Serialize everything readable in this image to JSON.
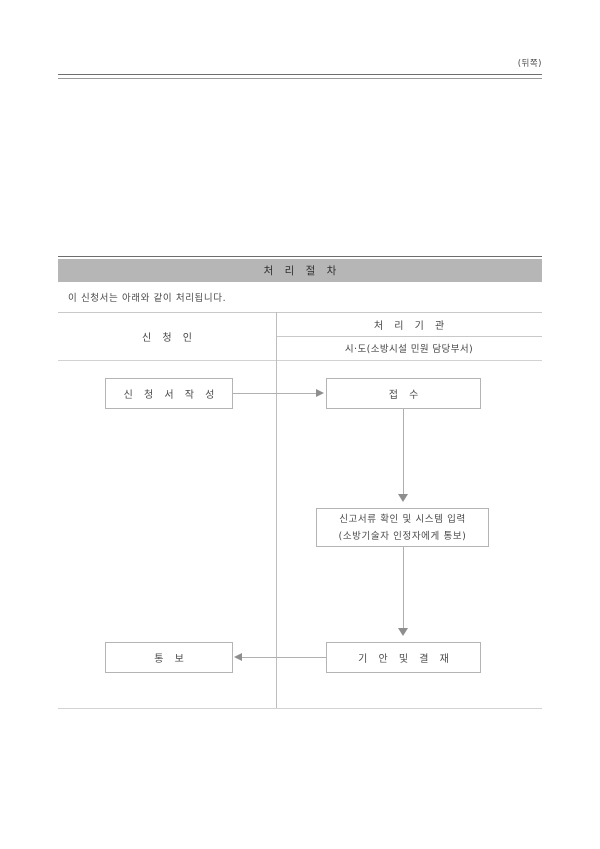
{
  "page": {
    "side_note": "(뒤쪽)"
  },
  "section": {
    "title": "처 리 절 차",
    "intro": "이 신청서는 아래와 같이 처리됩니다."
  },
  "table": {
    "headers": {
      "applicant": "신 청 인",
      "agency": "처 리 기 관",
      "department": "시·도(소방시설 민원 담당부서)"
    }
  },
  "flow": {
    "nodes": [
      {
        "id": "write",
        "label": "신 청 서  작 성"
      },
      {
        "id": "receive",
        "label": "접  수"
      },
      {
        "id": "check",
        "line1": "신고서류 확인 및 시스템 입력",
        "line2": "(소방기술자 인정자에게 통보)"
      },
      {
        "id": "notify",
        "label": "통  보"
      },
      {
        "id": "draft",
        "label": "기 안  및  결 재"
      }
    ],
    "connectors": [
      {
        "from": "write",
        "to": "receive",
        "direction": "right"
      },
      {
        "from": "receive",
        "to": "check",
        "direction": "down"
      },
      {
        "from": "check",
        "to": "draft",
        "direction": "down"
      },
      {
        "from": "draft",
        "to": "notify",
        "direction": "left"
      }
    ]
  },
  "colors": {
    "band_background": "#b6b6b6",
    "box_border": "#b4b4b4",
    "connector": "#b0b0b0",
    "arrow": "#8e8e8e",
    "text": "#4a4a4a"
  }
}
